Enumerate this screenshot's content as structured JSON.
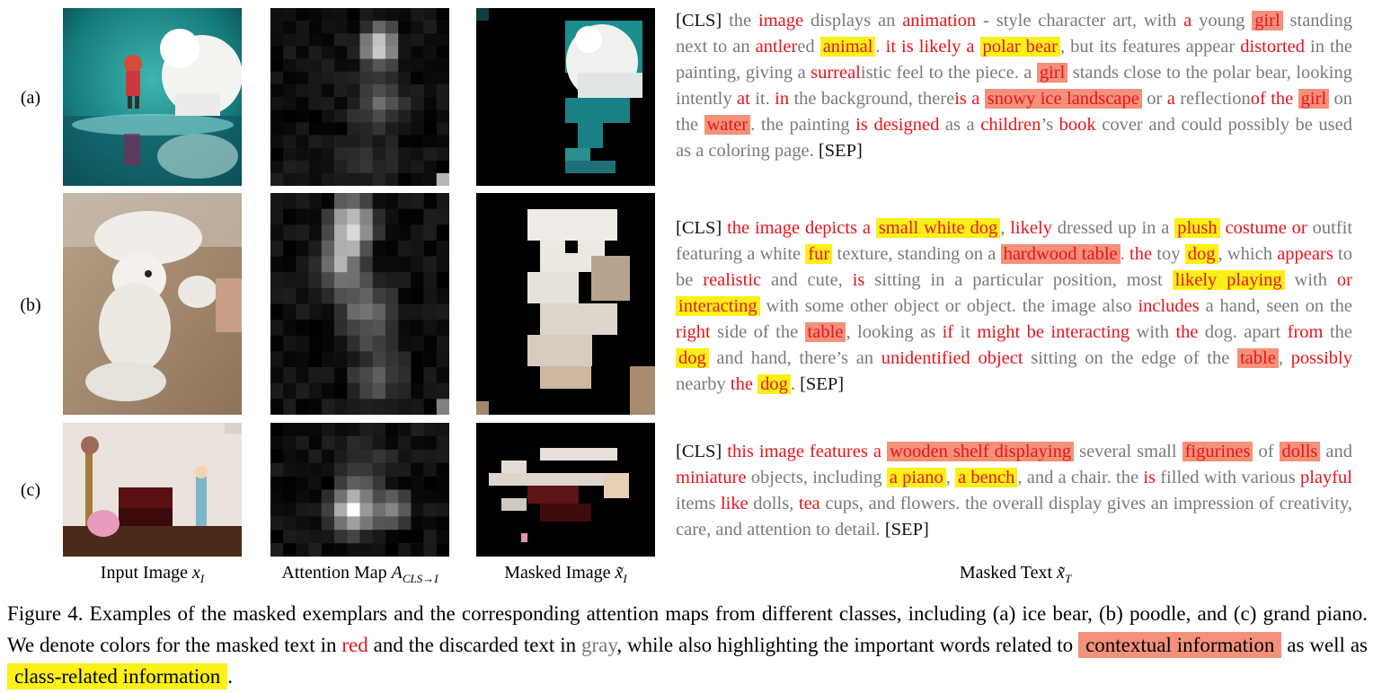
{
  "rows": [
    {
      "label": "(a)"
    },
    {
      "label": "(b)"
    },
    {
      "label": "(c)"
    }
  ],
  "columns": {
    "input": {
      "text": "Input Image ",
      "sym": "x",
      "sub": "I"
    },
    "attention": {
      "text": "Attention Map ",
      "sym": "A",
      "sub": "CLS→I"
    },
    "masked_image": {
      "text": "Masked Image ",
      "sym": "x̃",
      "sub": "I"
    },
    "masked_text": {
      "text": "Masked Text ",
      "sym": "x̃",
      "sub": "T"
    }
  },
  "texts": {
    "a": [
      {
        "t": "[CLS]",
        "c": "k"
      },
      {
        "t": " the ",
        "c": "g"
      },
      {
        "t": "image",
        "c": "r"
      },
      {
        "t": " displays an ",
        "c": "g"
      },
      {
        "t": "animation",
        "c": "r"
      },
      {
        "t": " - style character art, with ",
        "c": "g"
      },
      {
        "t": "a",
        "c": "r"
      },
      {
        "t": " young ",
        "c": "g"
      },
      {
        "t": "girl",
        "c": "r",
        "h": "o"
      },
      {
        "t": " standing next to an ",
        "c": "g"
      },
      {
        "t": "antler",
        "c": "r"
      },
      {
        "t": "ed ",
        "c": "g"
      },
      {
        "t": "animal",
        "c": "r",
        "h": "y"
      },
      {
        "t": ". ",
        "c": "g"
      },
      {
        "t": "it is likely a",
        "c": "r"
      },
      {
        "t": " ",
        "c": "g"
      },
      {
        "t": "polar bear",
        "c": "r",
        "h": "y"
      },
      {
        "t": ", but its features appear ",
        "c": "g"
      },
      {
        "t": "distorted",
        "c": "r"
      },
      {
        "t": " in the painting, giving a ",
        "c": "g"
      },
      {
        "t": "surreal",
        "c": "r"
      },
      {
        "t": "istic feel to the piece. a ",
        "c": "g"
      },
      {
        "t": "girl",
        "c": "r",
        "h": "o"
      },
      {
        "t": " stands close to the polar bear, looking intently ",
        "c": "g"
      },
      {
        "t": "at",
        "c": "r"
      },
      {
        "t": " it. ",
        "c": "g"
      },
      {
        "t": "in",
        "c": "r"
      },
      {
        "t": " the background, there",
        "c": "g"
      },
      {
        "t": "is a",
        "c": "r"
      },
      {
        "t": " ",
        "c": "g"
      },
      {
        "t": "snowy ice landscape",
        "c": "r",
        "h": "o"
      },
      {
        "t": " or ",
        "c": "g"
      },
      {
        "t": "a",
        "c": "r"
      },
      {
        "t": " reflection",
        "c": "g"
      },
      {
        "t": "of the",
        "c": "r"
      },
      {
        "t": " ",
        "c": "g"
      },
      {
        "t": "girl",
        "c": "r",
        "h": "o"
      },
      {
        "t": " on the ",
        "c": "g"
      },
      {
        "t": "water",
        "c": "r",
        "h": "o"
      },
      {
        "t": ". the painting ",
        "c": "g"
      },
      {
        "t": "is designed",
        "c": "r"
      },
      {
        "t": " as a ",
        "c": "g"
      },
      {
        "t": "children",
        "c": "r"
      },
      {
        "t": "’s ",
        "c": "g"
      },
      {
        "t": "book",
        "c": "r"
      },
      {
        "t": " cover and could possibly be used as a coloring page. ",
        "c": "g"
      },
      {
        "t": "[SEP]",
        "c": "k"
      }
    ],
    "b": [
      {
        "t": "[CLS]",
        "c": "k"
      },
      {
        "t": " ",
        "c": "g"
      },
      {
        "t": "the image depicts a",
        "c": "r"
      },
      {
        "t": " ",
        "c": "g"
      },
      {
        "t": "small white dog",
        "c": "r",
        "h": "y"
      },
      {
        "t": ", ",
        "c": "g"
      },
      {
        "t": "likely",
        "c": "r"
      },
      {
        "t": " dressed up in a ",
        "c": "g"
      },
      {
        "t": "plush",
        "c": "r",
        "h": "y"
      },
      {
        "t": " ",
        "c": "g"
      },
      {
        "t": "costume or",
        "c": "r"
      },
      {
        "t": " outfit featuring a white ",
        "c": "g"
      },
      {
        "t": "fur",
        "c": "r",
        "h": "y"
      },
      {
        "t": " texture, standing on a ",
        "c": "g"
      },
      {
        "t": "hardwood table",
        "c": "r",
        "h": "o"
      },
      {
        "t": ". ",
        "c": "g"
      },
      {
        "t": "the",
        "c": "r"
      },
      {
        "t": " toy ",
        "c": "g"
      },
      {
        "t": "dog",
        "c": "r",
        "h": "y"
      },
      {
        "t": ", which ",
        "c": "g"
      },
      {
        "t": "appears",
        "c": "r"
      },
      {
        "t": " to be ",
        "c": "g"
      },
      {
        "t": "realistic",
        "c": "r"
      },
      {
        "t": " and cute, ",
        "c": "g"
      },
      {
        "t": "is",
        "c": "r"
      },
      {
        "t": " sitting in a particular position, most ",
        "c": "g"
      },
      {
        "t": "likely playing",
        "c": "r",
        "h": "y"
      },
      {
        "t": " with ",
        "c": "g"
      },
      {
        "t": "or",
        "c": "r"
      },
      {
        "t": " ",
        "c": "g"
      },
      {
        "t": "interacting",
        "c": "r",
        "h": "y"
      },
      {
        "t": " with some other object or object. the image also ",
        "c": "g"
      },
      {
        "t": "includes",
        "c": "r"
      },
      {
        "t": " a hand, seen on the ",
        "c": "g"
      },
      {
        "t": "right",
        "c": "r"
      },
      {
        "t": " side of the ",
        "c": "g"
      },
      {
        "t": "table",
        "c": "r",
        "h": "o"
      },
      {
        "t": ", looking as ",
        "c": "g"
      },
      {
        "t": "if",
        "c": "r"
      },
      {
        "t": " it ",
        "c": "g"
      },
      {
        "t": "might be interacting",
        "c": "r"
      },
      {
        "t": " with ",
        "c": "g"
      },
      {
        "t": "the",
        "c": "r"
      },
      {
        "t": " dog. apart ",
        "c": "g"
      },
      {
        "t": "from",
        "c": "r"
      },
      {
        "t": " the ",
        "c": "g"
      },
      {
        "t": "dog",
        "c": "r",
        "h": "y"
      },
      {
        "t": " and hand, there’s an ",
        "c": "g"
      },
      {
        "t": "unidentified object",
        "c": "r"
      },
      {
        "t": " sitting on the edge of the ",
        "c": "g"
      },
      {
        "t": "table",
        "c": "r",
        "h": "o"
      },
      {
        "t": ", ",
        "c": "g"
      },
      {
        "t": "possibly",
        "c": "r"
      },
      {
        "t": " nearby ",
        "c": "g"
      },
      {
        "t": "the",
        "c": "r"
      },
      {
        "t": " ",
        "c": "g"
      },
      {
        "t": "dog",
        "c": "r",
        "h": "y"
      },
      {
        "t": ". ",
        "c": "g"
      },
      {
        "t": "[SEP]",
        "c": "k"
      }
    ],
    "c": [
      {
        "t": "[CLS]",
        "c": "k"
      },
      {
        "t": " ",
        "c": "g"
      },
      {
        "t": "this image features a",
        "c": "r"
      },
      {
        "t": " ",
        "c": "g"
      },
      {
        "t": "wooden shelf displaying",
        "c": "r",
        "h": "o"
      },
      {
        "t": " several small ",
        "c": "g"
      },
      {
        "t": "figurines",
        "c": "r",
        "h": "o"
      },
      {
        "t": " of ",
        "c": "g"
      },
      {
        "t": "dolls",
        "c": "r",
        "h": "o"
      },
      {
        "t": " and ",
        "c": "g"
      },
      {
        "t": "miniature",
        "c": "r"
      },
      {
        "t": " objects, including ",
        "c": "g"
      },
      {
        "t": "a piano",
        "c": "r",
        "h": "y"
      },
      {
        "t": ", ",
        "c": "g"
      },
      {
        "t": "a bench",
        "c": "r",
        "h": "y"
      },
      {
        "t": ", and a chair. the ",
        "c": "g"
      },
      {
        "t": "is",
        "c": "r"
      },
      {
        "t": " filled with various ",
        "c": "g"
      },
      {
        "t": "playful",
        "c": "r"
      },
      {
        "t": " items ",
        "c": "g"
      },
      {
        "t": "like",
        "c": "r"
      },
      {
        "t": " dolls, ",
        "c": "g"
      },
      {
        "t": "tea",
        "c": "r"
      },
      {
        "t": " cups, and flowers. the overall display gives an impression of creativity, care, and attention to detail. ",
        "c": "g"
      },
      {
        "t": "[SEP]",
        "c": "k"
      }
    ]
  },
  "caption": {
    "p1": "Figure 4. Examples of the masked exemplars and the corresponding attention maps from different classes, including (a) ice bear, (b) poodle, and (c) grand piano. We denote colors for the masked text in ",
    "red_word": "red",
    "p2": " and the discarded text in ",
    "gray_word": "gray",
    "p3": ", while also highlighting the important words related to ",
    "ctx_box": "contextual information",
    "p4": " as well as ",
    "cls_box": "class-related information",
    "p5": "."
  },
  "colors": {
    "red": "#e8131c",
    "gray": "#7a7a7a",
    "orange_highlight": "#f4917a",
    "yellow_highlight": "#fbf018"
  }
}
